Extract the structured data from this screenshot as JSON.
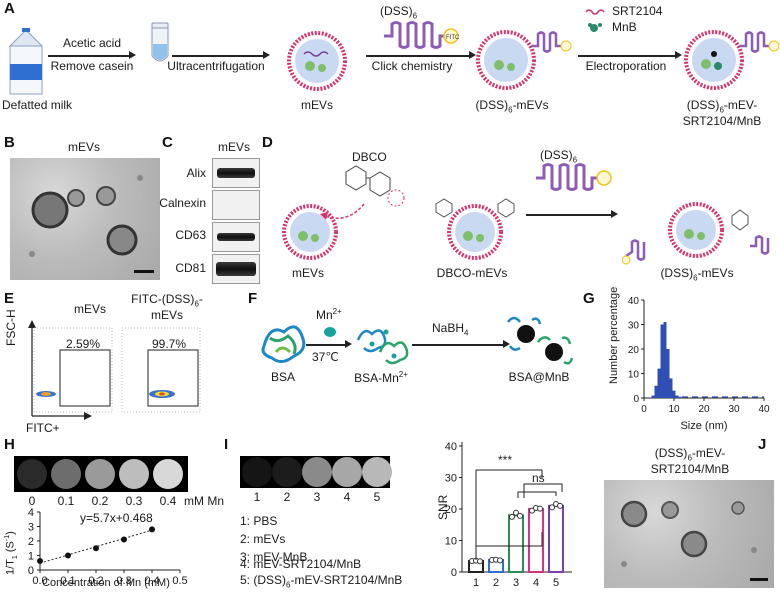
{
  "panel_labels": {
    "a": "A",
    "b": "B",
    "c": "C",
    "d": "D",
    "e": "E",
    "f": "F",
    "g": "G",
    "h": "H",
    "i": "I",
    "j": "J"
  },
  "panel_a": {
    "step1_top": "Acetic acid",
    "step1_bottom": "Remove casein",
    "step2": "Ultracentrifugation",
    "step3_top": "(DSS)",
    "step3_top_sub": "6",
    "step3_bottom": "Click chemistry",
    "step4_top1": "SRT2104",
    "step4_top2": "MnB",
    "step4_bottom": "Electroporation",
    "start_label": "Defatted milk",
    "mevs_label": "mEVs",
    "dss_mevs_label_a": "(DSS)",
    "dss_mevs_label_sub": "6",
    "dss_mevs_label_b": "-mEVs",
    "final_label_line1_a": "(DSS)",
    "final_label_line1_sub": "6",
    "final_label_line1_b": "-mEV-",
    "final_label_line2": "SRT2104/MnB",
    "fitc": "FITC"
  },
  "panel_b": {
    "title": "mEVs"
  },
  "panel_c": {
    "title": "mEVs",
    "rows": [
      "Alix",
      "Calnexin",
      "CD63",
      "CD81"
    ]
  },
  "panel_d": {
    "reagent": "DBCO",
    "reagent2_a": "(DSS)",
    "reagent2_sub": "6",
    "labels": [
      "mEVs",
      "DBCO-mEVs"
    ],
    "label3_a": "(DSS)",
    "label3_sub": "6",
    "label3_b": "-mEVs"
  },
  "panel_e": {
    "title1": "mEVs",
    "title2_line1_a": "FITC-(DSS)",
    "title2_line1_sub": "6",
    "title2_line1_b": "-",
    "title2_line2": "mEVs",
    "ylabel": "FSC-H",
    "xlabel": "FITC+",
    "pct1": "2.59%",
    "pct2": "99.7%"
  },
  "panel_f": {
    "ion_a": "Mn",
    "ion_sup": "2+",
    "temp": "37℃",
    "reductant_a": "NaBH",
    "reductant_sub": "4",
    "label1": "BSA",
    "label2_a": "BSA-Mn",
    "label2_sup": "2+",
    "label3": "BSA@MnB"
  },
  "panel_g": {
    "ylabel": "Number percentage",
    "xlabel": "Size (nm)",
    "yticks": [
      "0",
      "10",
      "20",
      "30",
      "40"
    ],
    "xticks": [
      "0",
      "10",
      "20",
      "30",
      "40"
    ]
  },
  "panel_h": {
    "well_labels": [
      "0",
      "0.1",
      "0.2",
      "0.3",
      "0.4"
    ],
    "unit": "mM Mn",
    "equation": "y=5.7x+0.468",
    "ylabel_a": "1/T",
    "ylabel_sub": "1",
    "ylabel_b": " (S",
    "ylabel_sup": "-1",
    "ylabel_c": ")",
    "xlabel": "Concentration of Mn (mM)",
    "yticks": [
      "0",
      "1",
      "2",
      "3",
      "4"
    ],
    "xticks": [
      "0.0",
      "0.1",
      "0.2",
      "0.3",
      "0.4",
      "0.5"
    ]
  },
  "panel_i": {
    "well_labels": [
      "1",
      "2",
      "3",
      "4",
      "5"
    ],
    "legend": [
      "1: PBS",
      "2: mEVs",
      "3: mEV-MnB",
      "4: mEV-SRT2104/MnB"
    ],
    "legend5_a": "5: (DSS)",
    "legend5_sub": "6",
    "legend5_b": "-mEV-SRT2104/MnB",
    "ylabel": "SNR",
    "yticks": [
      "0",
      "10",
      "20",
      "30",
      "40"
    ],
    "xticks": [
      "1",
      "2",
      "3",
      "4",
      "5"
    ],
    "sig1": "***",
    "sig2": "ns"
  },
  "panel_j": {
    "title_line1_a": "(DSS)",
    "title_line1_sub": "6",
    "title_line1_b": "-mEV-",
    "title_line2": "SRT2104/MnB"
  },
  "colors": {
    "membrane": "#d6336c",
    "ev_fill": "#c9d9f2",
    "dss": "#8e5bb5",
    "fitc_ring": "#f2c318",
    "hist": "#2f4fb5",
    "bar_green": "#2e8b57",
    "bar_pink": "#d63384",
    "bar_purple": "#7b3fb0"
  },
  "chart_data": [
    {
      "type": "bar",
      "title": "",
      "xlabel": "Size (nm)",
      "ylabel": "Number percentage",
      "xlim": [
        0,
        40
      ],
      "ylim": [
        0,
        40
      ],
      "x": [
        3,
        4,
        5,
        6,
        7,
        8,
        9,
        10,
        11,
        12
      ],
      "values": [
        1,
        5,
        12,
        30,
        31,
        20,
        8,
        3,
        1,
        0.5
      ]
    },
    {
      "type": "scatter",
      "title": "",
      "xlabel": "Concentration of Mn (mM)",
      "ylabel": "1/T1 (S-1)",
      "xlim": [
        0,
        0.5
      ],
      "ylim": [
        0,
        4
      ],
      "x": [
        0.0,
        0.1,
        0.2,
        0.3,
        0.4
      ],
      "y": [
        0.62,
        1.0,
        1.5,
        2.1,
        2.8
      ],
      "fit": {
        "equation": "y=5.7x+0.468",
        "slope": 5.7,
        "intercept": 0.468
      }
    },
    {
      "type": "bar",
      "title": "",
      "xlabel": "",
      "ylabel": "SNR",
      "ylim": [
        0,
        40
      ],
      "categories": [
        "1",
        "2",
        "3",
        "4",
        "5"
      ],
      "values": [
        3.5,
        3.8,
        18,
        20,
        21
      ],
      "points": [
        [
          3.5,
          3.6,
          3.4
        ],
        [
          3.8,
          3.9,
          3.7
        ],
        [
          17.5,
          18.8,
          17.8
        ],
        [
          19.5,
          20.3,
          20.1
        ],
        [
          20.5,
          21.6,
          21.0
        ]
      ],
      "significance": [
        {
          "pair": [
            "1-2",
            "3-5"
          ],
          "label": "***"
        },
        {
          "pair": [
            "3",
            "4-5"
          ],
          "label": "ns"
        }
      ]
    }
  ]
}
